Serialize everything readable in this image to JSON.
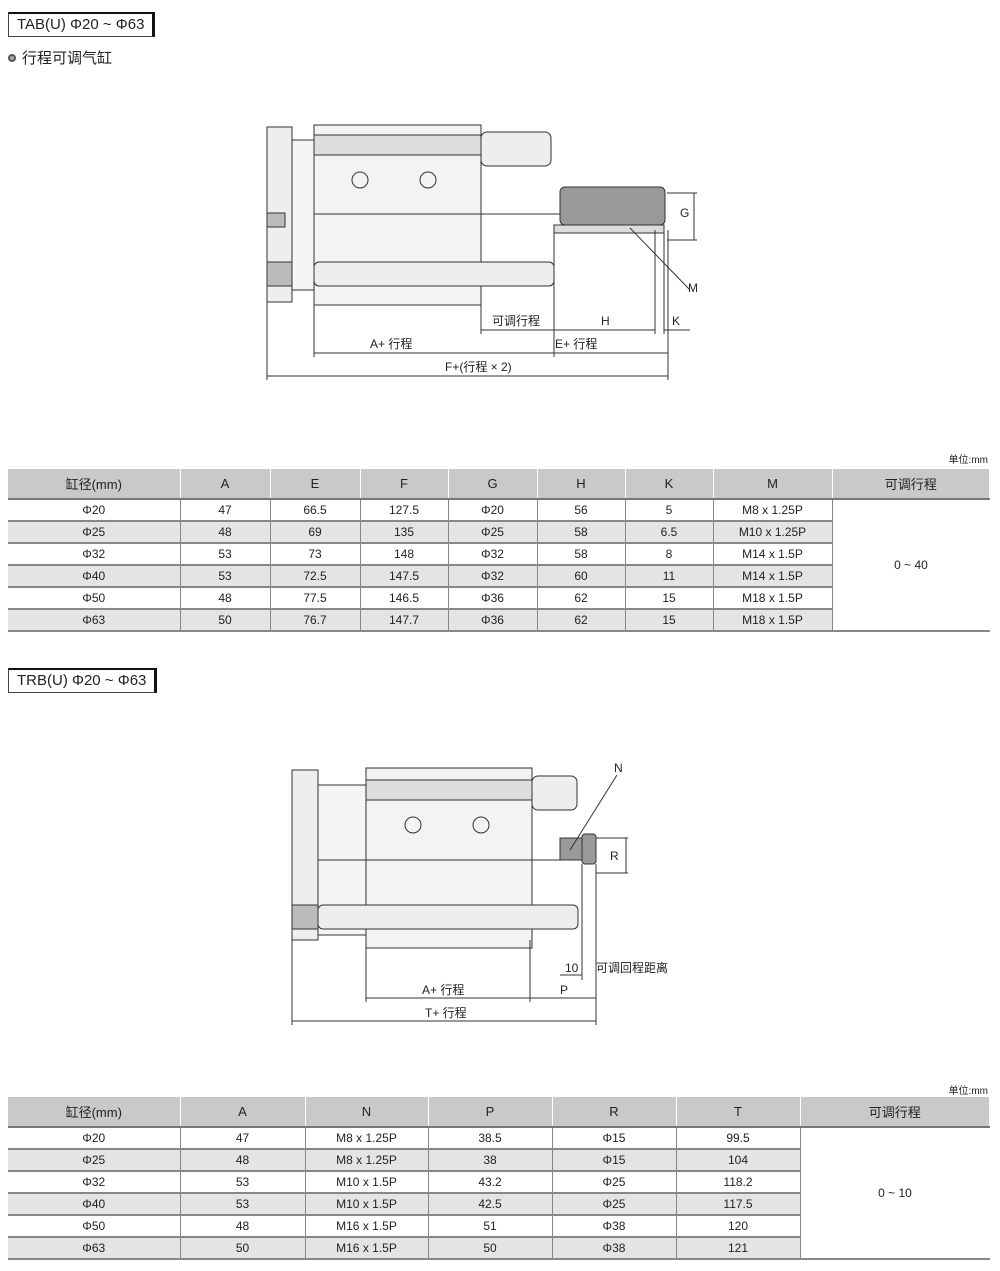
{
  "section1": {
    "model": "TAB(U) Φ20 ~ Φ63",
    "subtitle": "行程可调气缸",
    "drawing_labels": {
      "G": "G",
      "M": "M",
      "adjust": "可调行程",
      "H": "H",
      "K": "K",
      "A": "A+ 行程",
      "E": "E+ 行程",
      "F": "F+(行程 × 2)"
    },
    "unit": "单位:mm",
    "headers": [
      "缸径(mm)",
      "A",
      "E",
      "F",
      "G",
      "H",
      "K",
      "M",
      "可调行程"
    ],
    "rows": [
      [
        "Φ20",
        "47",
        "66.5",
        "127.5",
        "Φ20",
        "56",
        "5",
        "M8 x 1.25P"
      ],
      [
        "Φ25",
        "48",
        "69",
        "135",
        "Φ25",
        "58",
        "6.5",
        "M10 x 1.25P"
      ],
      [
        "Φ32",
        "53",
        "73",
        "148",
        "Φ32",
        "58",
        "8",
        "M14 x 1.5P"
      ],
      [
        "Φ40",
        "53",
        "72.5",
        "147.5",
        "Φ32",
        "60",
        "11",
        "M14 x 1.5P"
      ],
      [
        "Φ50",
        "48",
        "77.5",
        "146.5",
        "Φ36",
        "62",
        "15",
        "M18 x 1.5P"
      ],
      [
        "Φ63",
        "50",
        "76.7",
        "147.7",
        "Φ36",
        "62",
        "15",
        "M18 x 1.5P"
      ]
    ],
    "adjust_range": "0 ~ 40"
  },
  "section2": {
    "model": "TRB(U) Φ20 ~ Φ63",
    "drawing_labels": {
      "N": "N",
      "R": "R",
      "ten": "10",
      "return": "可调回程距离",
      "A": "A+ 行程",
      "P": "P",
      "T": "T+ 行程"
    },
    "unit": "单位:mm",
    "headers": [
      "缸径(mm)",
      "A",
      "N",
      "P",
      "R",
      "T",
      "可调行程"
    ],
    "rows": [
      [
        "Φ20",
        "47",
        "M8 x 1.25P",
        "38.5",
        "Φ15",
        "99.5"
      ],
      [
        "Φ25",
        "48",
        "M8 x 1.25P",
        "38",
        "Φ15",
        "104"
      ],
      [
        "Φ32",
        "53",
        "M10 x 1.5P",
        "43.2",
        "Φ25",
        "118.2"
      ],
      [
        "Φ40",
        "53",
        "M10 x 1.5P",
        "42.5",
        "Φ25",
        "117.5"
      ],
      [
        "Φ50",
        "48",
        "M16 x 1.5P",
        "51",
        "Φ38",
        "120"
      ],
      [
        "Φ63",
        "50",
        "M16 x 1.5P",
        "50",
        "Φ38",
        "121"
      ]
    ],
    "adjust_range": "0 ~ 10"
  }
}
